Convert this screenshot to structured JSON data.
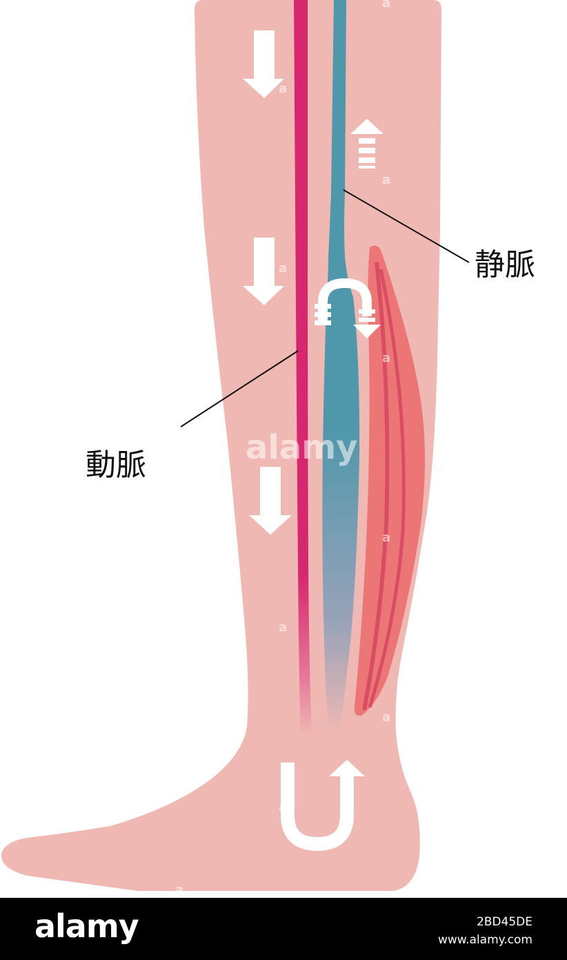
{
  "labels": {
    "vein": "静脈",
    "artery": "動脈"
  },
  "watermark": {
    "text": "alamy",
    "marks": [
      "a",
      "a",
      "a",
      "a",
      "a",
      "a",
      "a",
      "a",
      "a",
      "a"
    ]
  },
  "footer": {
    "logo": "alamy",
    "image_id": "2BD45DE",
    "url": "www.alamy.com"
  },
  "colors": {
    "skin": "#f0b8b2",
    "artery": "#d6276f",
    "vein": "#4f97ab",
    "muscle": "#ec7676",
    "muscle_fiber": "#d94d63",
    "arrow": "#ffffff",
    "footer_bg": "#000000"
  },
  "icons": [
    "arrow-down-icon",
    "arrow-up-icon",
    "u-turn-arrow-icon",
    "reverse-flow-arrow-icon"
  ]
}
